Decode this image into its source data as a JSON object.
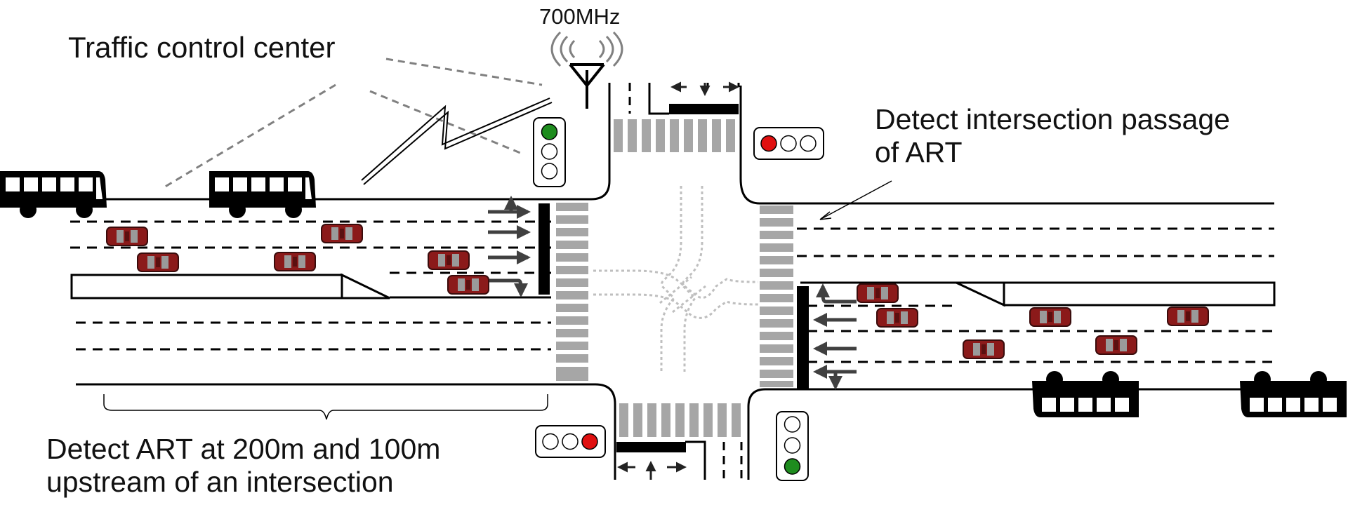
{
  "labels": {
    "traffic_control_center": "Traffic control center",
    "frequency": "700MHz",
    "intersection_passage_line1": "Detect intersection passage",
    "intersection_passage_line2": "of ART",
    "upstream_line1": "Detect ART at 200m and 100m",
    "upstream_line2": "upstream of an intersection"
  },
  "signals": {
    "northwest": {
      "lit": "green"
    },
    "northeast": {
      "lit": "red"
    },
    "southwest": {
      "lit": "red"
    },
    "southeast": {
      "lit": "green"
    }
  },
  "colors": {
    "green": "#1e8c1e",
    "red": "#e01010",
    "car": "#8b1a1a",
    "crosswalk": "#a6a6a6",
    "guide_line": "#bfbfbf"
  }
}
